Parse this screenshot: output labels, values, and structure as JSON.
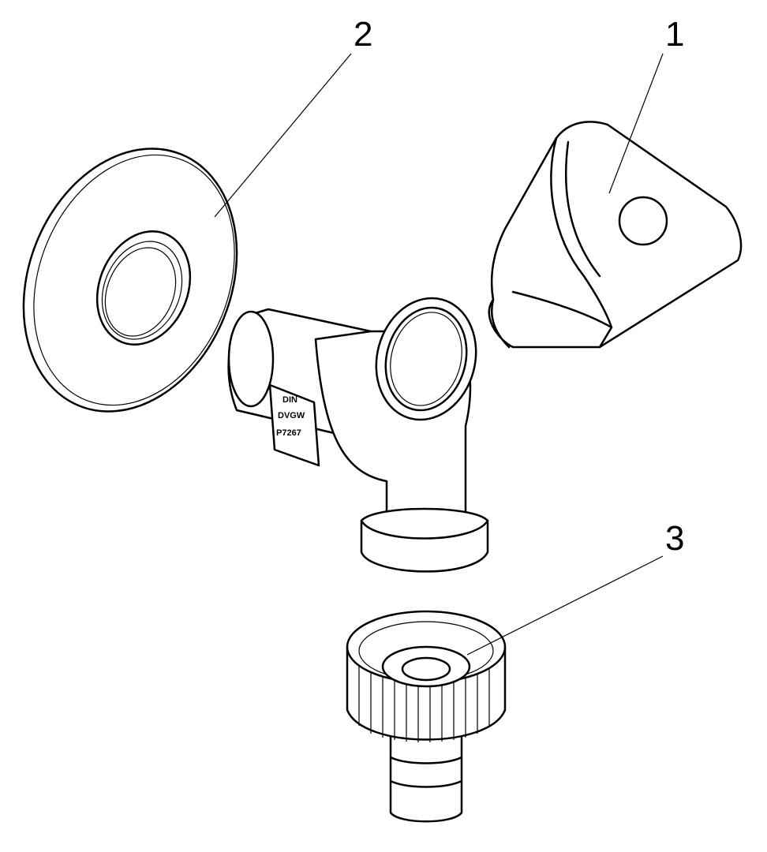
{
  "callouts": [
    {
      "number": "1",
      "part": "handle"
    },
    {
      "number": "2",
      "part": "wall-rosette"
    },
    {
      "number": "3",
      "part": "hose-connector"
    }
  ],
  "valve_stamp": [
    "DIN",
    "DVGW",
    "P7267"
  ]
}
